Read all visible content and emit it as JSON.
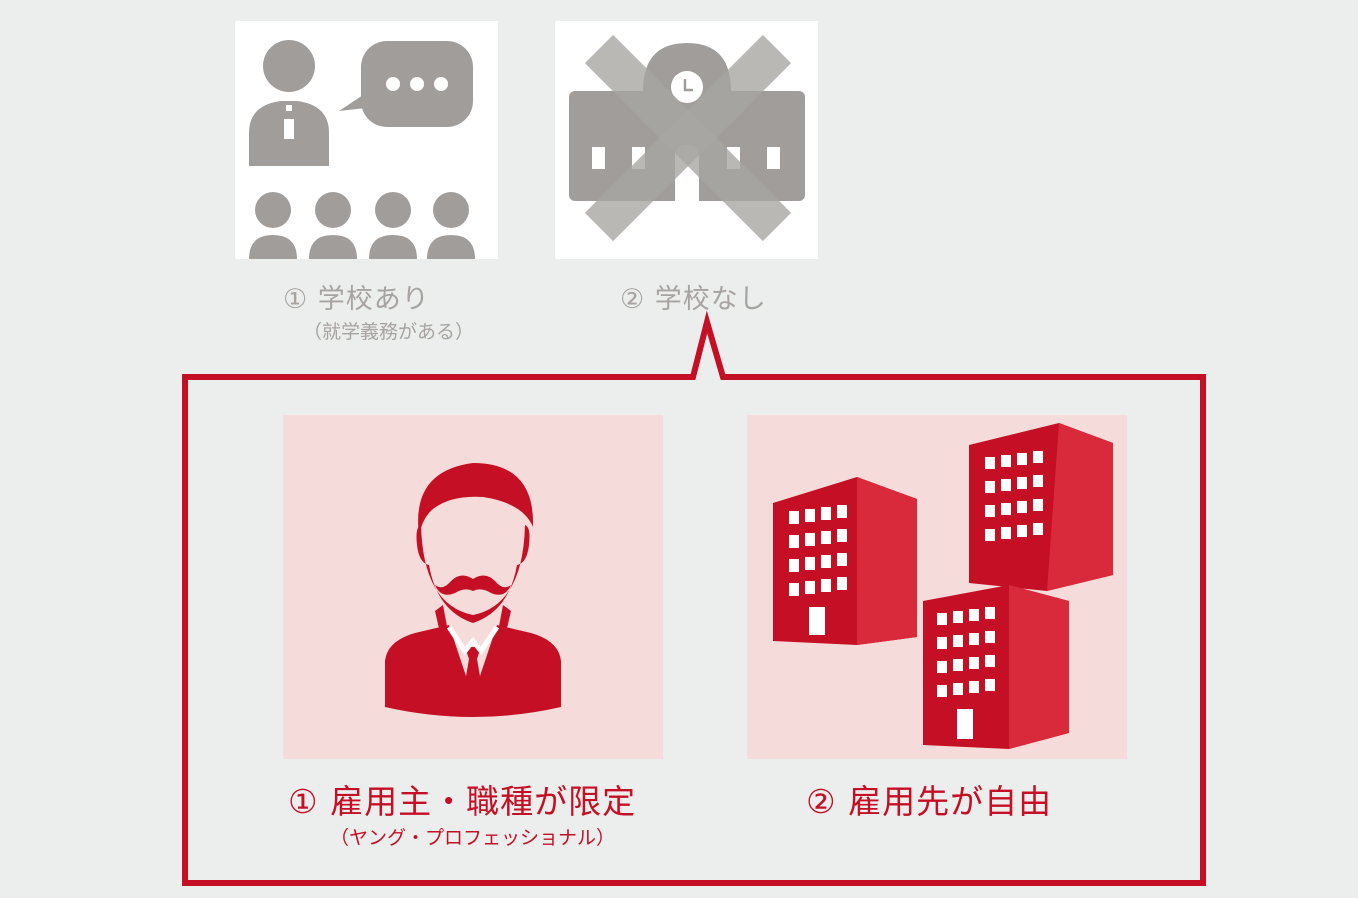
{
  "top": {
    "school_yes": {
      "label": "① 学校あり",
      "sub": "（就学義務がある）",
      "icon": "teacher-students-icon"
    },
    "school_no": {
      "label": "② 学校なし",
      "icon": "school-crossed-icon"
    }
  },
  "bottom": {
    "employer_limited": {
      "label": "① 雇用主・職種が限定",
      "sub": "（ヤング・プロフェッショナル）",
      "icon": "businessman-icon"
    },
    "employer_free": {
      "label": "② 雇用先が自由",
      "icon": "office-buildings-icon"
    }
  },
  "colors": {
    "background": "#eceeed",
    "gray_icon": "#a19d9a",
    "gray_text": "#a7a3a0",
    "accent_red": "#c40f24",
    "pink_card": "#f5dcda"
  }
}
